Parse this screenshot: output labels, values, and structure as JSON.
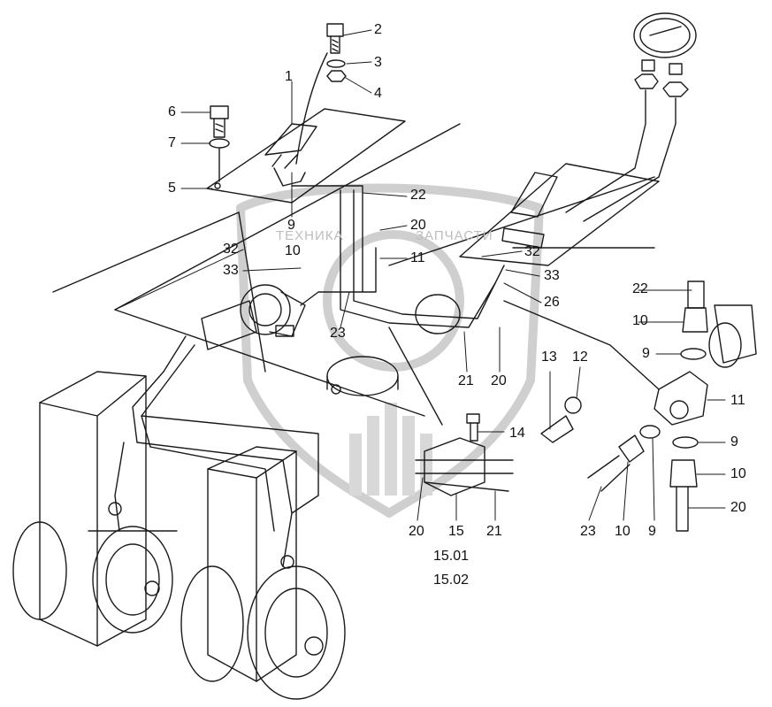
{
  "watermark": {
    "left_text": "ТЕХНИКА",
    "right_text": "ЗАПЧАСТИ",
    "emblem_icon": "wheat-logo-icon",
    "color": "#bdbdbd"
  },
  "colors": {
    "line": "#1a1a1a",
    "background": "#ffffff"
  },
  "callouts": [
    {
      "id": "c2",
      "text": "2"
    },
    {
      "id": "c3",
      "text": "3"
    },
    {
      "id": "c4",
      "text": "4"
    },
    {
      "id": "c1",
      "text": "1"
    },
    {
      "id": "c6",
      "text": "6"
    },
    {
      "id": "c7",
      "text": "7"
    },
    {
      "id": "c5",
      "text": "5"
    },
    {
      "id": "c22a",
      "text": "22"
    },
    {
      "id": "c20a",
      "text": "20"
    },
    {
      "id": "c9a",
      "text": "9"
    },
    {
      "id": "c10a",
      "text": "10"
    },
    {
      "id": "c11a",
      "text": "11"
    },
    {
      "id": "c32a",
      "text": "32"
    },
    {
      "id": "c33a",
      "text": "33"
    },
    {
      "id": "c32b",
      "text": "32"
    },
    {
      "id": "c33b",
      "text": "33"
    },
    {
      "id": "c26",
      "text": "26"
    },
    {
      "id": "c23a",
      "text": "23"
    },
    {
      "id": "c21a",
      "text": "21"
    },
    {
      "id": "c20b",
      "text": "20"
    },
    {
      "id": "c13",
      "text": "13"
    },
    {
      "id": "c12",
      "text": "12"
    },
    {
      "id": "c14",
      "text": "14"
    },
    {
      "id": "c20c",
      "text": "20"
    },
    {
      "id": "c15",
      "text": "15"
    },
    {
      "id": "c21b",
      "text": "21"
    },
    {
      "id": "c1501",
      "text": "15.01"
    },
    {
      "id": "c1502",
      "text": "15.02"
    },
    {
      "id": "c22b",
      "text": "22"
    },
    {
      "id": "c10b",
      "text": "10"
    },
    {
      "id": "c9b",
      "text": "9"
    },
    {
      "id": "c11b",
      "text": "11"
    },
    {
      "id": "c9c",
      "text": "9"
    },
    {
      "id": "c10c",
      "text": "10"
    },
    {
      "id": "c20d",
      "text": "20"
    },
    {
      "id": "c23b",
      "text": "23"
    },
    {
      "id": "c10d",
      "text": "10"
    },
    {
      "id": "c9d",
      "text": "9"
    }
  ]
}
